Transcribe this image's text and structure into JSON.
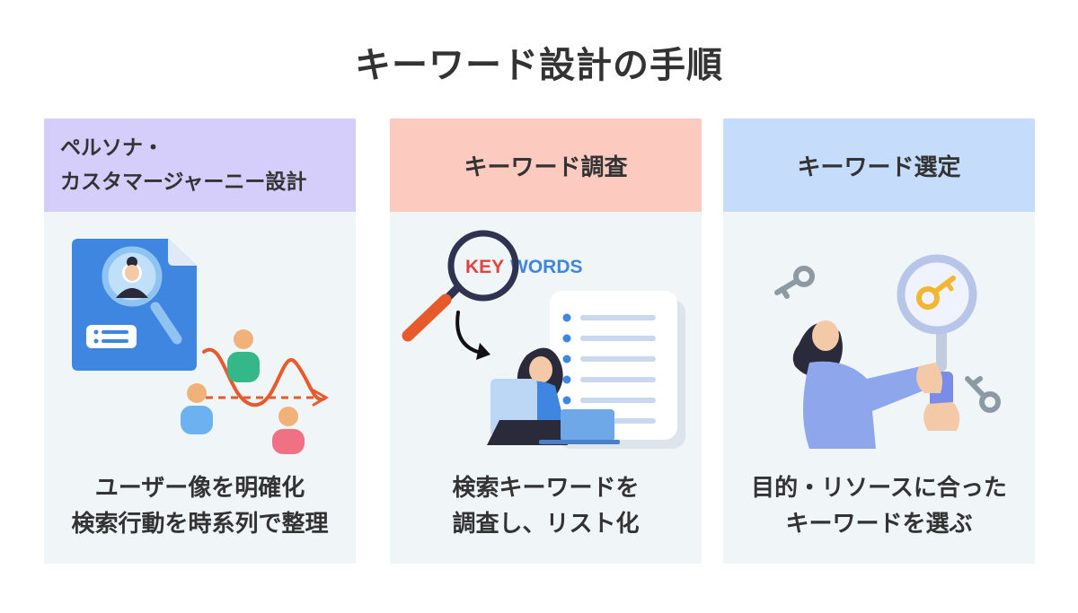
{
  "title": "キーワード設計の手順",
  "cards": [
    {
      "header_lines": [
        "ペルソナ・",
        "カスタマージャーニー設計"
      ],
      "header_color": "#d5cdfa",
      "caption_lines": [
        "ユーザー像を明確化",
        "検索行動を時系列で整理"
      ]
    },
    {
      "header_lines": [
        "キーワード調査"
      ],
      "header_color": "#fccabf",
      "illustration_text": {
        "key": "KEY",
        "words": "WORDS"
      },
      "caption_lines": [
        "検索キーワードを",
        "調査し、リスト化"
      ]
    },
    {
      "header_lines": [
        "キーワード選定"
      ],
      "header_color": "#c6dcfb",
      "caption_lines": [
        "目的・リソースに合った",
        "キーワードを選ぶ"
      ]
    }
  ],
  "colors": {
    "accent_blue": "#3f86e0",
    "accent_red": "#e5413c",
    "accent_orange": "#e65a2b",
    "key_yellow": "#f2b630",
    "gray_key": "#8e9aa3"
  },
  "icons": [
    "persona-document-icon",
    "magnifier-icon",
    "journey-path-icon",
    "keywords-search-icon",
    "checklist-document-icon",
    "person-laptop-icon",
    "key-icon",
    "person-holding-magnifier-icon"
  ]
}
